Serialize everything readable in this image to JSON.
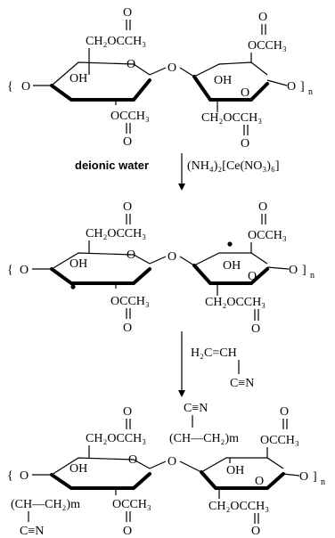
{
  "stage1": {
    "top_left": "CH₂OCCH₃",
    "carbonyl_o": "O",
    "ring_oh": "OH",
    "ring_o": "O",
    "linker_o": "O",
    "left_o": "O",
    "right_o": "O",
    "subscript_n": "n",
    "bottom_left": "OCCH₃",
    "top_right": "OCCH₃",
    "bottom_right": "CH₂OCCH₃"
  },
  "step1": {
    "left": "deionic water",
    "right": "(NH₄)₂[Ce(NO₃)₆]"
  },
  "stage2": {
    "top_left": "CH₂OCCH₃",
    "carbonyl_o": "O",
    "ring_oh": "OH",
    "ring_o": "O",
    "linker_o": "O",
    "left_o": "O",
    "right_o": "O",
    "subscript_n": "n",
    "bottom_left": "OCCH₃",
    "top_right": "OCCH₃",
    "bottom_right": "CH₂OCCH₃"
  },
  "step2": {
    "monomer_top": "H₂C=CH",
    "monomer_bottom": "C≡N"
  },
  "stage3": {
    "top_left": "CH₂OCCH₃",
    "carbonyl_o": "O",
    "ring_oh": "OH",
    "ring_o": "O",
    "linker_o": "O",
    "left_o": "O",
    "right_o": "O",
    "subscript_n": "n",
    "bottom_left": "OCCH₃",
    "top_right": "OCCH₃",
    "bottom_right": "CH₂OCCH₃",
    "graft_top": "(CH—CH₂)m",
    "graft_top_cn": "C≡N",
    "graft_bottom": "(CH—CH₂)m",
    "graft_bottom_cn": "C≡N"
  }
}
